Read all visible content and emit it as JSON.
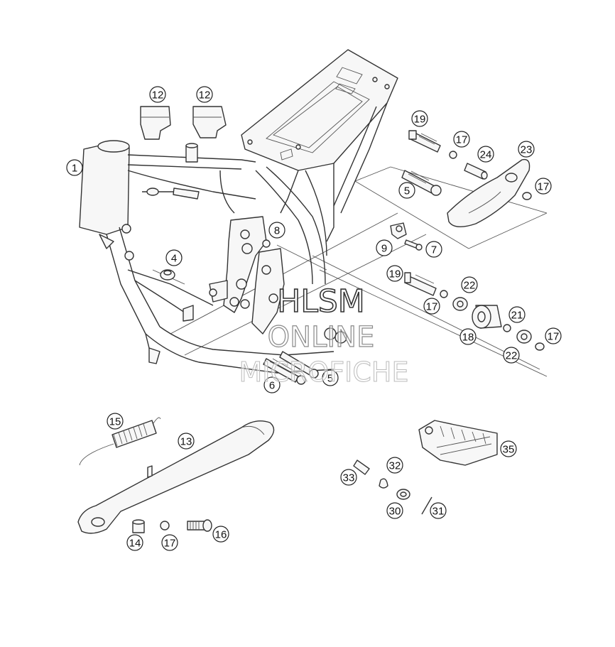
{
  "callouts": [
    {
      "id": "c1",
      "label": "1"
    },
    {
      "id": "c12a",
      "label": "12"
    },
    {
      "id": "c12b",
      "label": "12"
    },
    {
      "id": "c4",
      "label": "4"
    },
    {
      "id": "c8",
      "label": "8"
    },
    {
      "id": "c9",
      "label": "9"
    },
    {
      "id": "c7",
      "label": "7"
    },
    {
      "id": "c5a",
      "label": "5"
    },
    {
      "id": "c6",
      "label": "6"
    },
    {
      "id": "c5b",
      "label": "5"
    },
    {
      "id": "c19a",
      "label": "19"
    },
    {
      "id": "c17a",
      "label": "17"
    },
    {
      "id": "c24",
      "label": "24"
    },
    {
      "id": "c23",
      "label": "23"
    },
    {
      "id": "c17b",
      "label": "17"
    },
    {
      "id": "c19b",
      "label": "19"
    },
    {
      "id": "c22a",
      "label": "22"
    },
    {
      "id": "c17c",
      "label": "17"
    },
    {
      "id": "c21",
      "label": "21"
    },
    {
      "id": "c18",
      "label": "18"
    },
    {
      "id": "c22b",
      "label": "22"
    },
    {
      "id": "c17d",
      "label": "17"
    },
    {
      "id": "c15",
      "label": "15"
    },
    {
      "id": "c13",
      "label": "13"
    },
    {
      "id": "c14",
      "label": "14"
    },
    {
      "id": "c17e",
      "label": "17"
    },
    {
      "id": "c16",
      "label": "16"
    },
    {
      "id": "c35",
      "label": "35"
    },
    {
      "id": "c32",
      "label": "32"
    },
    {
      "id": "c33",
      "label": "33"
    },
    {
      "id": "c30",
      "label": "30"
    },
    {
      "id": "c31",
      "label": "31"
    }
  ],
  "watermark": {
    "line1": "HLSM",
    "line2": "ONLINE",
    "line3": "MICROFICHE"
  }
}
